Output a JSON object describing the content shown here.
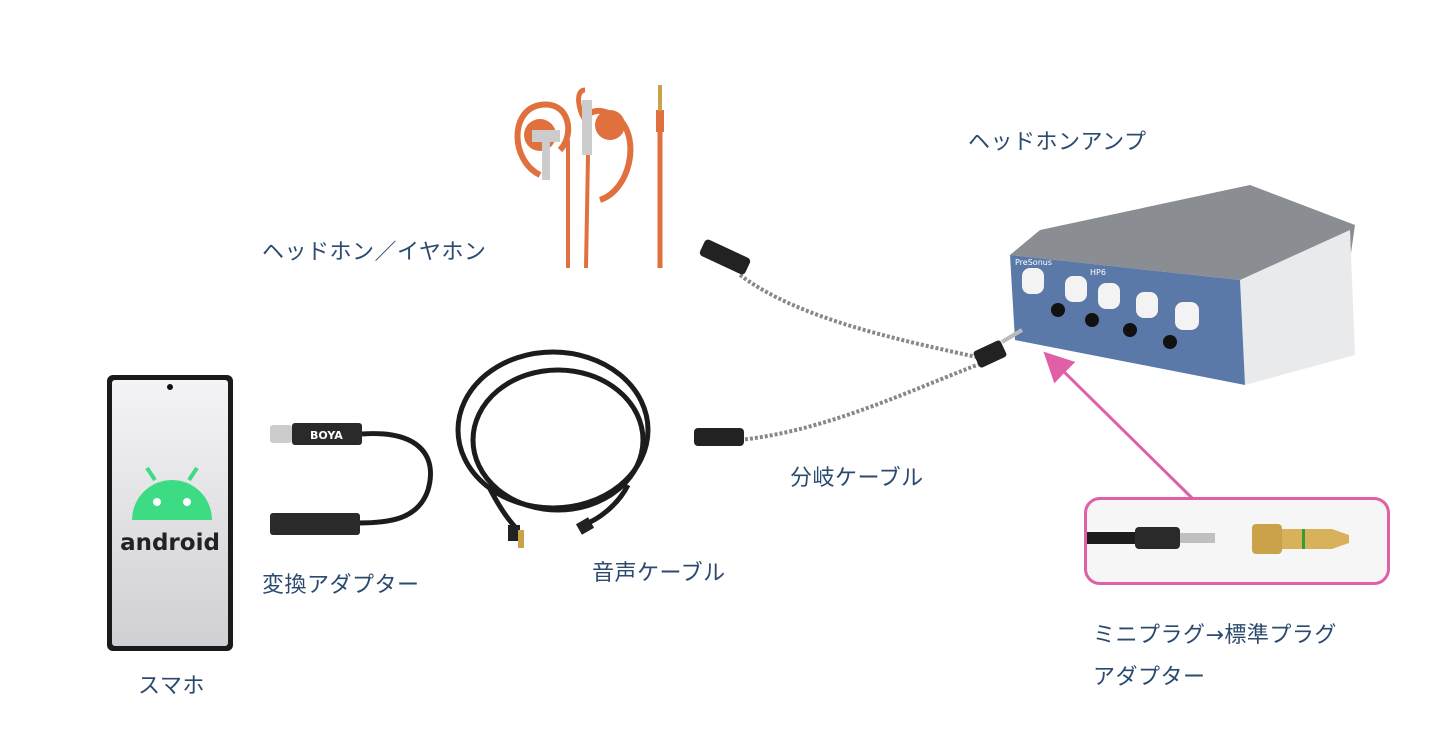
{
  "labels": {
    "headphones": "ヘッドホン／イヤホン",
    "amp": "ヘッドホンアンプ",
    "splitter": "分岐ケーブル",
    "audio_cable": "音声ケーブル",
    "adapter": "変換アダプター",
    "phone": "スマホ",
    "plug_adapter_line1": "ミニプラグ→標準プラグ",
    "plug_adapter_line2": "アダプター"
  },
  "logos": {
    "android": "android",
    "boya": "BOYA",
    "amp_model": "HP6",
    "amp_brand": "PreSonus"
  },
  "colors": {
    "label": "#2b4a6f",
    "highlight": "#e060a8",
    "android_green": "#3ddc84",
    "amp_blue": "#5a78a8",
    "earphone_orange": "#e0713f"
  }
}
